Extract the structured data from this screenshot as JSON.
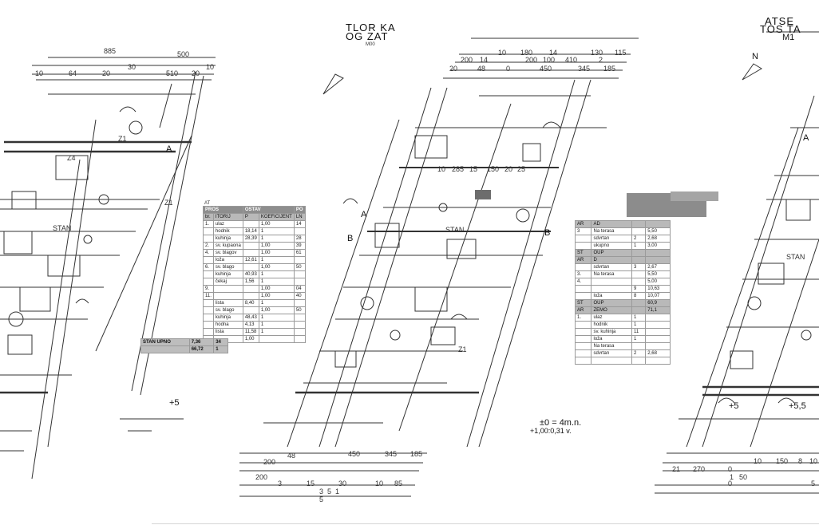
{
  "title": {
    "line1": "TLOR",
    "line1b": "KA",
    "line2": "OG ZAT",
    "scale": "M00"
  },
  "corner_title": {
    "line1": "ATSE",
    "line2": "TOS TA",
    "line3": "M1"
  },
  "north_label": "N",
  "dims_top_left": {
    "row1": [
      "885",
      "500"
    ],
    "row2": [
      "10",
      "64",
      "20",
      "30",
      "510",
      "20",
      "10"
    ],
    "row3": [
      "Z1",
      "Z4"
    ]
  },
  "dims_top_center": {
    "row1": [
      "10",
      "180",
      "14",
      "130",
      "115"
    ],
    "row2": [
      "200",
      "14",
      "200",
      "100",
      "410",
      "2"
    ],
    "row3": [
      "20",
      "48",
      "0",
      "450",
      "345",
      "185"
    ],
    "row4": [
      "10",
      "285",
      "15",
      "150",
      "20",
      "25"
    ]
  },
  "dims_bottom_center": {
    "row1": [
      "200",
      "48",
      "450",
      "345",
      "185"
    ],
    "row2": [
      "200",
      "3",
      "15",
      "30",
      "10",
      "85"
    ],
    "row3": [
      "3",
      "5",
      "1",
      "5"
    ]
  },
  "dims_bottom_right": {
    "row1": [
      "21",
      "270",
      "0",
      "10",
      "150",
      "8",
      "10"
    ],
    "row2": [
      "1",
      "50"
    ],
    "row3": [
      "0",
      "5"
    ]
  },
  "plan_labels": {
    "stan_left": "STAN",
    "stan_center": "STAN",
    "stan_right": "STAN",
    "section_a_left": "A",
    "section_a_center": "A",
    "section_b_center": "B",
    "section_b_center2": "B",
    "section_a_right": "A",
    "z1_left": "Z1",
    "z1_center": "Z1",
    "elev_left": "+5",
    "elev_center": "+5",
    "elev_right": "+5,5",
    "level_note1": "±0 = 4m.n.",
    "level_note2": "+1,00:0,31 v."
  },
  "table_left": {
    "title": "AT",
    "header": [
      "PROS",
      "OSTAV",
      "PO"
    ],
    "columns": [
      "br.",
      "ITORIJ",
      "P",
      "KOEFICIJENT",
      "LN"
    ],
    "rows": [
      [
        "1.",
        "ulaz",
        "",
        "1,00",
        "14"
      ],
      [
        "",
        "hodnik",
        "18,14",
        "1",
        ""
      ],
      [
        "",
        "kuhinja",
        "28,39",
        "1",
        "28"
      ],
      [
        "2.",
        "sv. kupaona",
        "",
        "1,00",
        "39"
      ],
      [
        "4.",
        "sv. blagov",
        "",
        "1,00",
        "61"
      ],
      [
        "",
        "loža",
        "12,61",
        "1",
        ""
      ],
      [
        "6.",
        "sv. blago",
        "",
        "1,00",
        "50"
      ],
      [
        "",
        "kuhinja",
        "40,93",
        "1",
        ""
      ],
      [
        "",
        "čekaj",
        "1,56",
        "1",
        ""
      ],
      [
        "9.",
        "",
        "",
        "1,00",
        "04"
      ],
      [
        "11.",
        "",
        "",
        "1,00",
        "40"
      ],
      [
        "",
        "lista",
        "8,40",
        "1",
        ""
      ],
      [
        "",
        "sv. blago",
        "",
        "1,00",
        "50"
      ],
      [
        "",
        "kuhinja",
        "48,43",
        "1",
        ""
      ],
      [
        "",
        "hodna",
        "4,13",
        "1",
        ""
      ],
      [
        "",
        "lista",
        "11,58",
        "1",
        ""
      ],
      [
        "",
        "",
        "1,00",
        "",
        ""
      ]
    ],
    "footer1": [
      "STAN UPNO",
      "7,36",
      "34"
    ],
    "footer2": [
      "",
      "66,72",
      "1"
    ]
  },
  "table_right": {
    "rows": [
      [
        "AR",
        "AD",
        "",
        ""
      ],
      [
        "3",
        "Na terasa",
        "",
        "5,50"
      ],
      [
        "",
        "sdvrtan",
        "2",
        "2,68"
      ],
      [
        "",
        "ukupno",
        "1",
        "3,00"
      ],
      [
        "ST",
        "OUP",
        "",
        ""
      ],
      [
        "AR",
        "D",
        "",
        ""
      ],
      [
        "",
        "sdvrtan",
        "3",
        "2,67"
      ],
      [
        "3.",
        "Na terasa",
        "",
        "5,50"
      ],
      [
        "4.",
        "",
        "",
        "5,00"
      ],
      [
        "",
        "",
        "9",
        "10,63"
      ],
      [
        "",
        "loža",
        "8",
        "10,07"
      ],
      [
        "ST",
        "OUP",
        "",
        "60,9"
      ],
      [
        "AR",
        "ZEMO",
        "",
        "71,1"
      ],
      [
        "1.",
        "ulaz",
        "1",
        ""
      ],
      [
        "",
        "hodnik",
        "1",
        ""
      ],
      [
        "",
        "sv. kuhinja",
        "11",
        ""
      ],
      [
        "",
        "loža",
        "1",
        ""
      ],
      [
        "",
        "Na terasa",
        "",
        ""
      ],
      [
        "",
        "sdvrtan",
        "2",
        "2,68"
      ],
      [
        "",
        "",
        "",
        ""
      ]
    ]
  }
}
